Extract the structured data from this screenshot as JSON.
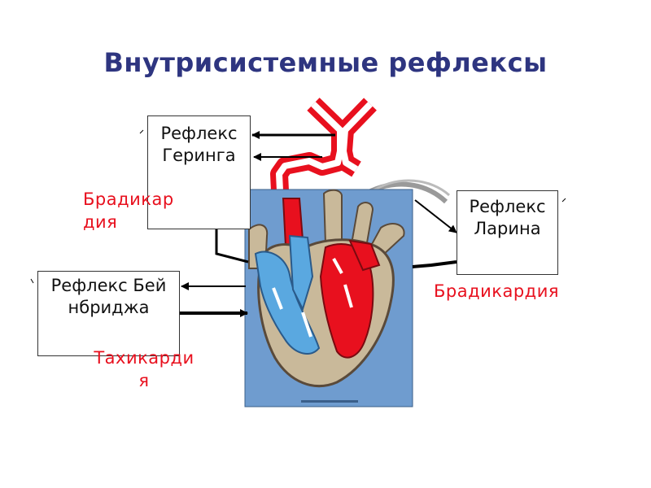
{
  "title": "Внутрисистемные рефлексы",
  "boxes": {
    "hering": "Рефлекс Геринга",
    "larin": "Рефлекс Ларина",
    "bainbridge": "Рефлекс Бейнбриджа"
  },
  "labels": {
    "bradycardia_left": "Брадикардия",
    "bradycardia_right": "Брадикардия",
    "tachycardia": "Тахикардия"
  },
  "colors": {
    "title": "#2e3580",
    "effect_text": "#e8101e",
    "artery_red": "#e8101e",
    "venous_blue": "#5aa8e0",
    "heart_panel": "#6f9ccf"
  }
}
